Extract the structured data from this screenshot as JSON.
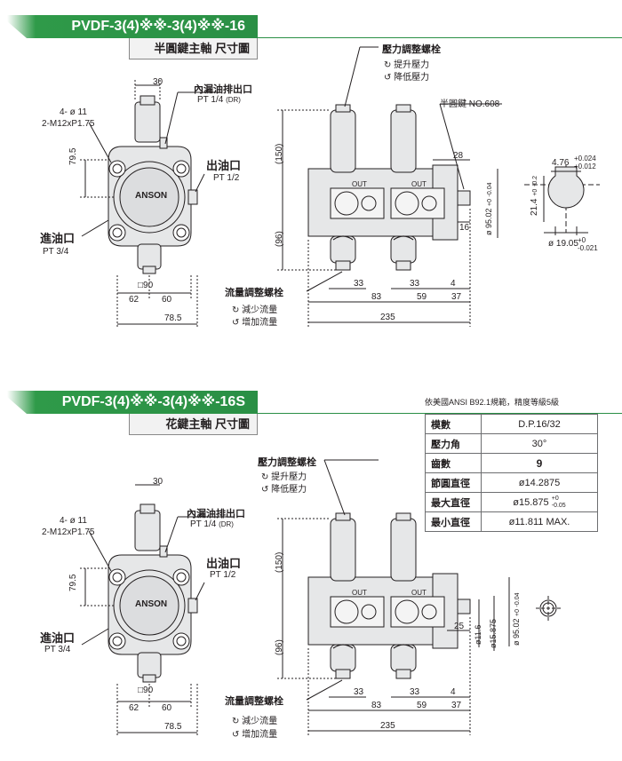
{
  "sections": [
    {
      "title": "PVDF-3(4)※※-3(4)※※-16",
      "subtitle": "半圓鍵主軸 尺寸圖",
      "labels": {
        "drain": "內漏油排出口",
        "drain_size": "PT 1/4",
        "drain_note": "(DR)",
        "outlet": "出油口",
        "outlet_size": "PT 1/2",
        "inlet": "進油口",
        "inlet_size": "PT 3/4",
        "bolt_dia": "4- ø 11",
        "bolt_thread": "2-M12xP1.75",
        "dim_30": "30",
        "dim_79_5": "79.5",
        "dim_90": "□90",
        "dim_62": "62",
        "dim_60": "60",
        "dim_78_5": "78.5",
        "brand": "ANSON",
        "pressure_screw": "壓力調整螺栓",
        "pressure_up": "提升壓力",
        "pressure_down": "降低壓力",
        "flow_screw": "流量調整螺栓",
        "flow_down": "減少流量",
        "flow_up": "增加流量",
        "dim_150": "(150)",
        "dim_96": "(96)",
        "dim_33a": "33",
        "dim_33b": "33",
        "dim_4": "4",
        "dim_83": "83",
        "dim_59": "59",
        "dim_37": "37",
        "dim_235": "235",
        "out_a": "OUT",
        "out_b": "OUT",
        "key": "半圓鍵 NO.608",
        "dim_28": "28",
        "dim_16": "16",
        "shaft_dia": "ø 95.02",
        "shaft_tol_up": "+0",
        "shaft_tol_dn": "-0.04",
        "key_width": "4.76",
        "key_tol_up": "+0.024",
        "key_tol_dn": "+0.012",
        "key_depth": "21.4",
        "key_depth_up": "+0",
        "key_depth_dn": "-0.2",
        "shaft_key_dia": "ø 19.05",
        "shaft_key_up": "+0",
        "shaft_key_dn": "-0.021"
      }
    },
    {
      "title": "PVDF-3(4)※※-3(4)※※-16S",
      "subtitle": "花鍵主軸 尺寸圖",
      "labels": {
        "drain": "內漏油排出口",
        "drain_size": "PT 1/4",
        "drain_note": "(DR)",
        "outlet": "出油口",
        "outlet_size": "PT 1/2",
        "inlet": "進油口",
        "inlet_size": "PT 3/4",
        "bolt_dia": "4- ø 11",
        "bolt_thread": "2-M12xP1.75",
        "dim_30": "30",
        "dim_79_5": "79.5",
        "dim_90": "□90",
        "dim_62": "62",
        "dim_60": "60",
        "dim_78_5": "78.5",
        "brand": "ANSON",
        "pressure_screw": "壓力調整螺栓",
        "pressure_up": "提升壓力",
        "pressure_down": "降低壓力",
        "flow_screw": "流量調整螺栓",
        "flow_down": "減少流量",
        "flow_up": "增加流量",
        "dim_150": "(150)",
        "dim_96": "(96)",
        "dim_33a": "33",
        "dim_33b": "33",
        "dim_4": "4",
        "dim_83": "83",
        "dim_59": "59",
        "dim_37": "37",
        "dim_235": "235",
        "out_a": "OUT",
        "out_b": "OUT",
        "dim_25": "25",
        "dim_11_6": "ø11.6",
        "dim_15_875": "ø15.875",
        "shaft_dia": "ø 95.02",
        "shaft_tol_up": "+0",
        "shaft_tol_dn": "-0.04"
      }
    }
  ],
  "spline_table": {
    "note": "依美國ANSI B92.1規範，精度等級5級",
    "rows": [
      {
        "key": "模數",
        "value": "D.P.16/32"
      },
      {
        "key": "壓力角",
        "value": "30°"
      },
      {
        "key": "齒數",
        "value": "9"
      },
      {
        "key": "節圓直徑",
        "value": "ø14.2875"
      },
      {
        "key": "最大直徑",
        "value": "ø15.875",
        "tol_up": "+0",
        "tol_dn": "-0.05"
      },
      {
        "key": "最小直徑",
        "value": "ø11.811 MAX."
      }
    ]
  },
  "colors": {
    "green": "#2a8f45",
    "line": "#231f20",
    "body": "#e6e7e8"
  }
}
